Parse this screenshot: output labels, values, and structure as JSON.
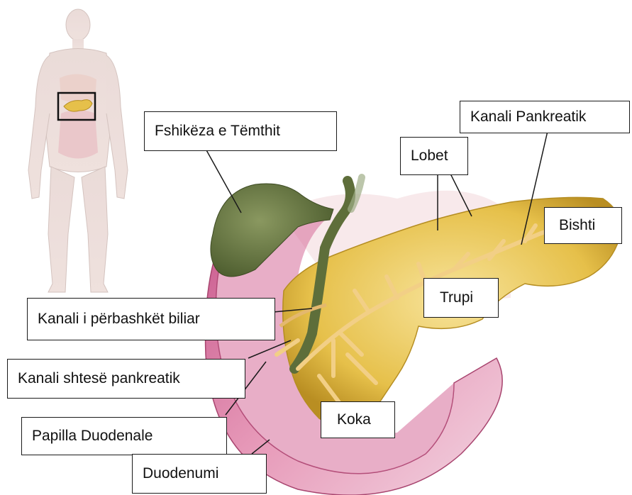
{
  "labels": {
    "gallbladder": "Fshikëza e Tëmthit",
    "lobes": "Lobet",
    "pancreatic_duct": "Kanali Pankreatik",
    "tail": "Bishti",
    "common_bile_duct": "Kanali i përbashkët biliar",
    "body": "Trupi",
    "accessory_duct": "Kanali shtesë pankreatik",
    "head": "Koka",
    "duodenal_papilla": "Papilla Duodenale",
    "duodenum": "Duodenumi"
  },
  "colors": {
    "pancreas": "#e6c04a",
    "pancreas_light": "#f3dc86",
    "gallbladder": "#5e6e3a",
    "duodenum": "#d77fa6",
    "duct": "#f2cf86",
    "body_figure": "#e9d2cc"
  }
}
